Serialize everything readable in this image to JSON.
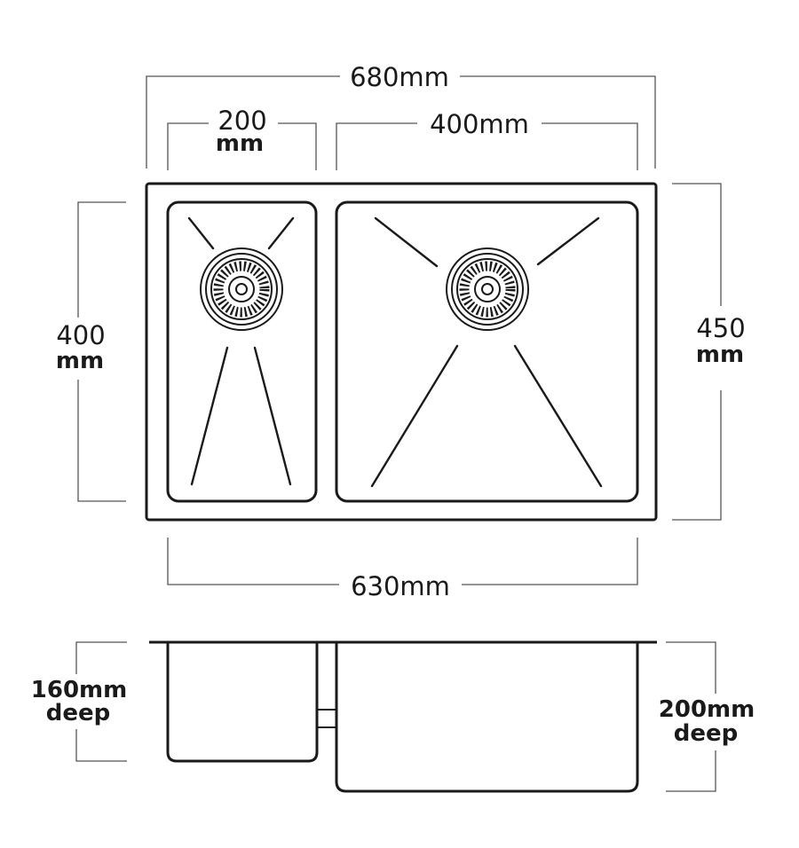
{
  "dimensions": {
    "overall_width_top": "680mm",
    "small_bowl_width_value": "200",
    "small_bowl_width_unit": "mm",
    "large_bowl_width": "400mm",
    "bowl_length_value": "400",
    "bowl_length_unit": "mm",
    "overall_depth_value": "450",
    "overall_depth_unit": "mm",
    "overall_width_bottom": "630mm",
    "small_bowl_depth_value": "160mm",
    "small_bowl_depth_unit": "deep",
    "large_bowl_depth_value": "200mm",
    "large_bowl_depth_unit": "deep"
  },
  "colors": {
    "line": "#1a1a1a",
    "dimension_line": "#555555",
    "background": "#ffffff"
  }
}
